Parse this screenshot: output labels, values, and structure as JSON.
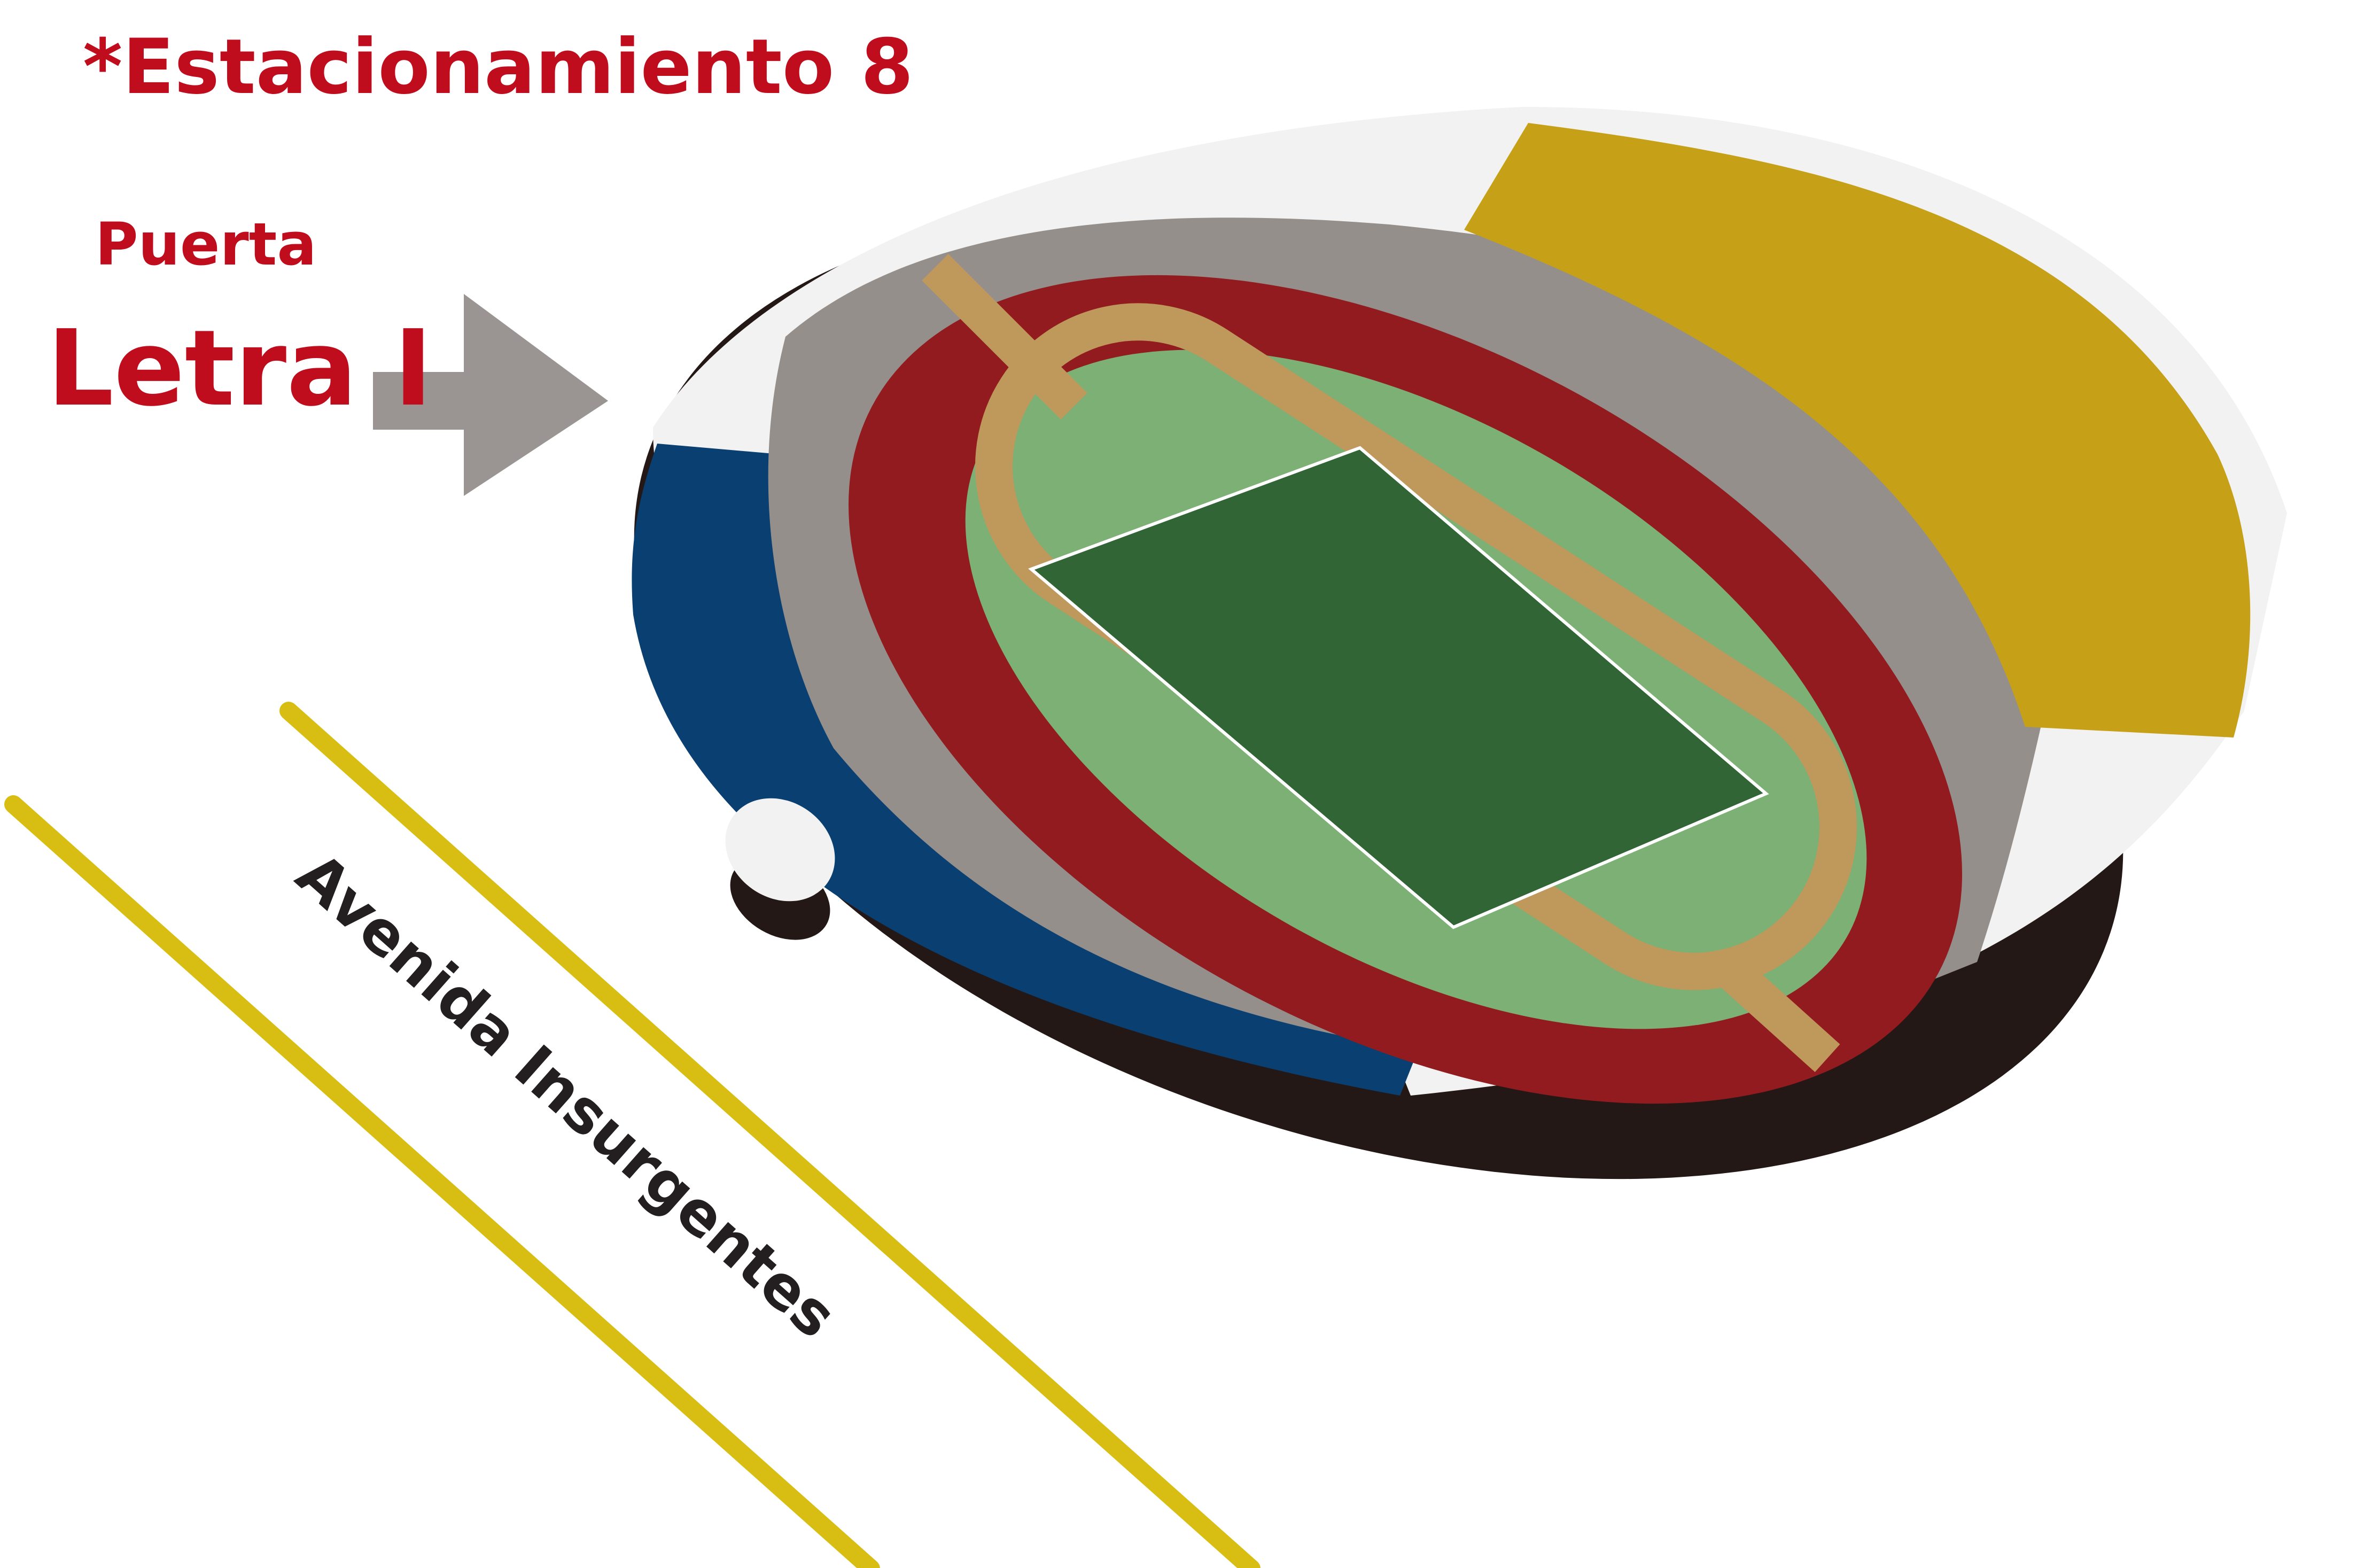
{
  "map": {
    "title": "*Estacionamiento 8",
    "gate_prefix": "Puerta",
    "gate_name": "Letra I",
    "street_name": "Avenida Insurgentes"
  },
  "colors": {
    "label_red": "#c00d1e",
    "street_text": "#231f20",
    "road_line": "#d8be13",
    "arrow": "#9a9592",
    "stand_gold": "#c6a118",
    "stand_blue": "#0a3f72",
    "stand_gray": "#948f8b",
    "stand_red": "#921b1f",
    "track_tan": "#bf985c",
    "field_light": "#7cb074",
    "pitch_dark": "#316536",
    "shadow": "#231815",
    "cap_white": "#f2f2f2"
  }
}
